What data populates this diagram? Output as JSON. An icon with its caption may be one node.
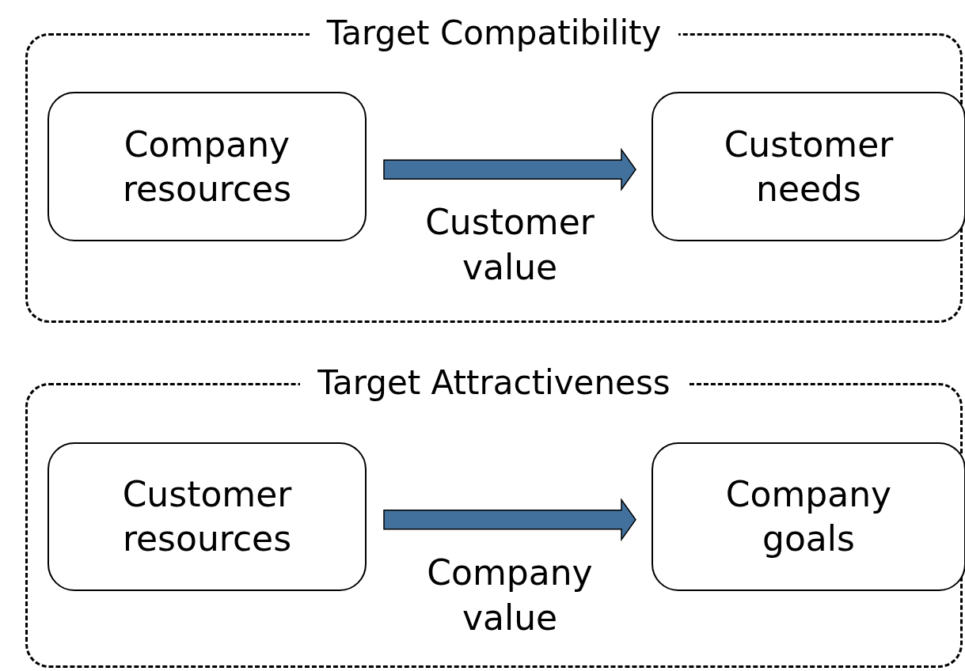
{
  "diagram": {
    "nodes": [
      {
        "text": [
          "Target Compatibility"
        ]
      },
      {
        "text": [
          "Company resources"
        ],
        "in": 0
      },
      {
        "text": [
          "Customer needs"
        ],
        "in": 0
      },
      {
        "text": [
          "Target Attractiveness"
        ]
      },
      {
        "text": [
          "Customer resources"
        ],
        "in": 3
      },
      {
        "text": [
          "Company goals"
        ],
        "in": 3
      }
    ],
    "edges": [
      {
        "from": 1,
        "to": 2,
        "arrow": "to",
        "label": "Customer value",
        "style": "thick",
        "color": "#41719c"
      },
      {
        "from": 4,
        "to": 5,
        "arrow": "to",
        "label": "Company value",
        "style": "thick",
        "color": "#41719c"
      }
    ]
  }
}
